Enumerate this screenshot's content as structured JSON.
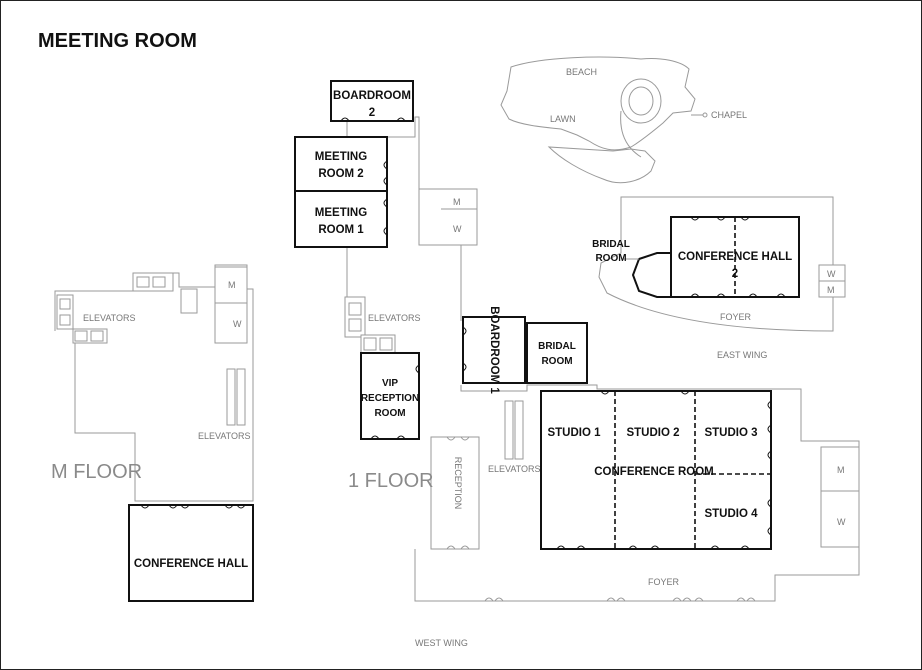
{
  "title": "MEETING ROOM",
  "floors": {
    "m_floor": "M FLOOR",
    "first_floor": "1 FLOOR"
  },
  "wings": {
    "east": "EAST WING",
    "west": "WEST WING"
  },
  "outdoor": {
    "beach": "BEACH",
    "lawn": "LAWN",
    "chapel": "CHAPEL"
  },
  "rooms": {
    "boardroom2_l1": "BOARDROOM",
    "boardroom2_l2": "2",
    "meeting2_l1": "MEETING",
    "meeting2_l2": "ROOM 2",
    "meeting1_l1": "MEETING",
    "meeting1_l2": "ROOM 1",
    "boardroom1": "BOARDROOM 1",
    "bridal_l1": "BRIDAL",
    "bridal_l2": "ROOM",
    "vip_l1": "VIP",
    "vip_l2": "RECEPTION",
    "vip_l3": "ROOM",
    "studio1": "STUDIO 1",
    "studio2": "STUDIO 2",
    "studio3": "STUDIO 3",
    "studio4": "STUDIO 4",
    "conference_room": "CONFERENCE ROOM",
    "conf_hall2_l1": "CONFERENCE HALL",
    "conf_hall2_l2": "2",
    "bridal_east_l1": "BRIDAL",
    "bridal_east_l2": "ROOM",
    "conference_hall": "CONFERENCE HALL"
  },
  "amenities": {
    "elevators": "ELEVATORS",
    "men": "M",
    "women": "W",
    "foyer": "FOYER",
    "reception": "RECEPTION"
  }
}
